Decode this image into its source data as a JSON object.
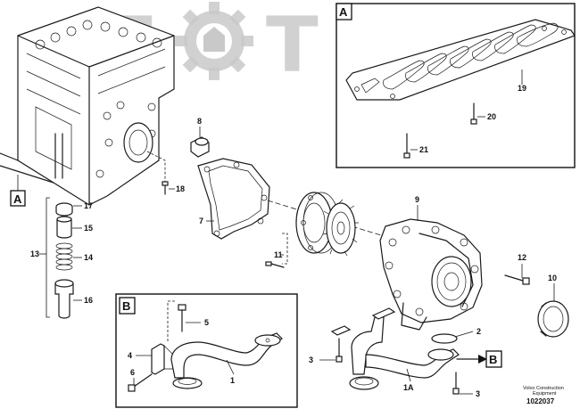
{
  "watermark": {
    "text": "TOT",
    "left_letter": "T",
    "right_letter": "T"
  },
  "boxes": {
    "a": "A",
    "b": "B"
  },
  "refs": {
    "a": "A",
    "b": "B"
  },
  "callouts": {
    "n1": "1",
    "n1a": "1A",
    "n2": "2",
    "n3a": "3",
    "n3b": "3",
    "n4": "4",
    "n5": "5",
    "n6": "6",
    "n7": "7",
    "n8": "8",
    "n9": "9",
    "n10": "10",
    "n11": "11",
    "n12": "12",
    "n13": "13",
    "n14": "14",
    "n15": "15",
    "n16": "16",
    "n17": "17",
    "n18": "18",
    "n19": "19",
    "n20": "20",
    "n21": "21"
  },
  "footer": {
    "brand_line1": "Volvo Construction",
    "brand_line2": "Equipment",
    "doc_number": "1022037"
  }
}
